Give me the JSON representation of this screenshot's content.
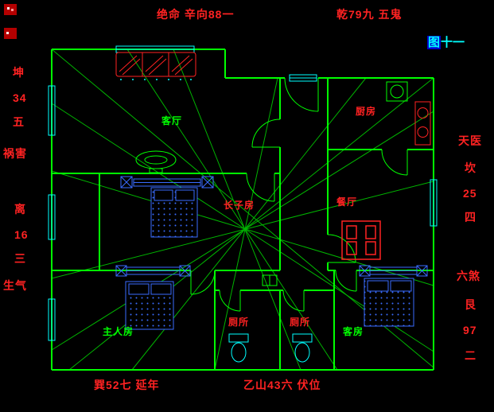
{
  "figure": {
    "prefix": "图",
    "suffix": "十一"
  },
  "compass": {
    "top": [
      "绝命 辛向88一",
      "乾79九 五鬼"
    ],
    "left_upper": [
      "坤",
      "34",
      "五",
      "祸害"
    ],
    "left_lower": [
      "离",
      "16",
      "三",
      "生气"
    ],
    "right_upper": [
      "天医",
      "坎",
      "25",
      "四"
    ],
    "right_lower": [
      "六煞",
      "艮",
      "97",
      "二"
    ],
    "bottom": [
      "巽52七 延年",
      "乙山43六 伏位"
    ]
  },
  "rooms": {
    "living": "客厅",
    "kitchen": "厨房",
    "dining": "餐厅",
    "eldest_son_room": "长子房",
    "master_room": "主人房",
    "toilet_1": "厕所",
    "toilet_2": "厕所",
    "guest_room": "客房"
  },
  "colors": {
    "background": "#000000",
    "wall": "#00ff00",
    "annotation": "#ff2222",
    "furniture_blue": "#3a6cff",
    "fixture_cyan": "#00ffff",
    "figure_highlight": "#0000d0"
  }
}
